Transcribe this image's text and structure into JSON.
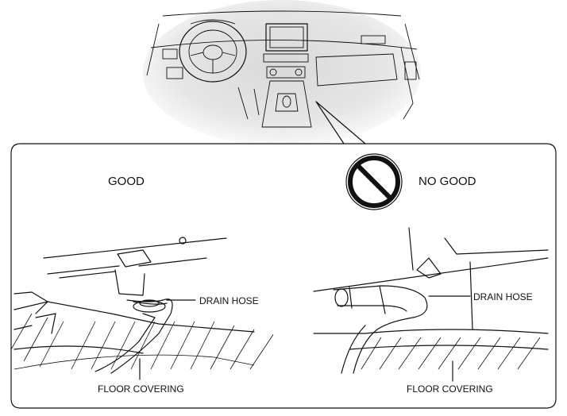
{
  "panels": {
    "good": {
      "title": "GOOD",
      "drain_hose_label": "DRAIN HOSE",
      "floor_label": "FLOOR COVERING"
    },
    "no_good": {
      "title": "NO GOOD",
      "drain_hose_label": "DRAIN HOSE",
      "floor_label": "FLOOR COVERING"
    }
  },
  "icons": {
    "prohibited": "prohibited-icon"
  },
  "colors": {
    "line": "#111111",
    "background": "#ffffff",
    "dashboard_shade": "#d8d8d8"
  }
}
